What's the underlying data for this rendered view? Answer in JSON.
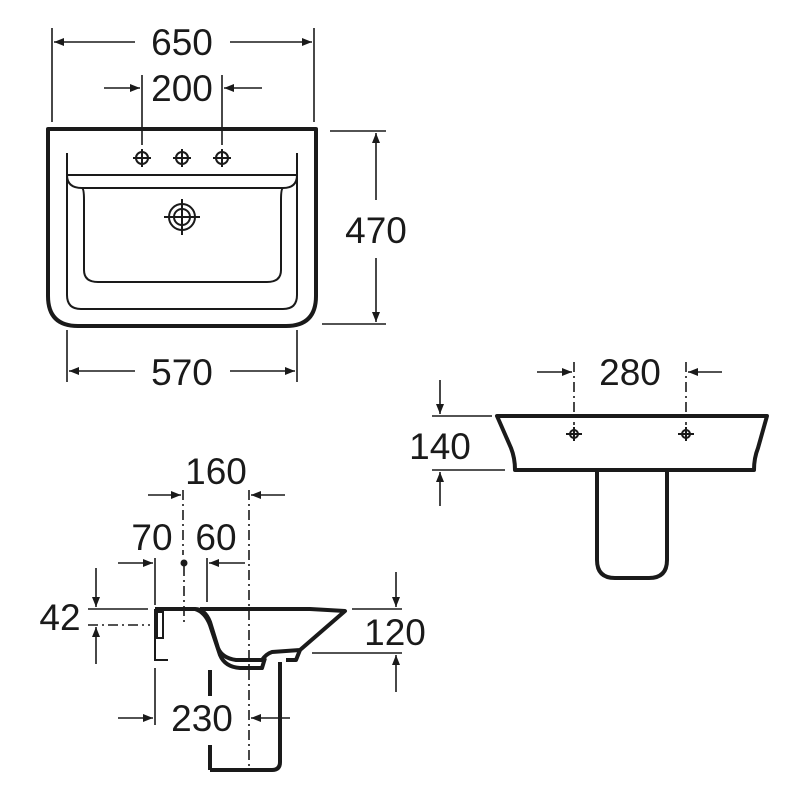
{
  "top_view": {
    "overall_width": "650",
    "tap_spacing": "200",
    "depth": "470",
    "bowl_width": "570"
  },
  "front_view": {
    "pedestal_fixing_spacing": "280",
    "rim_height": "140"
  },
  "side_view": {
    "dim_160": "160",
    "dim_70": "70",
    "dim_60": "60",
    "dim_42": "42",
    "dim_120": "120",
    "dim_230": "230"
  }
}
